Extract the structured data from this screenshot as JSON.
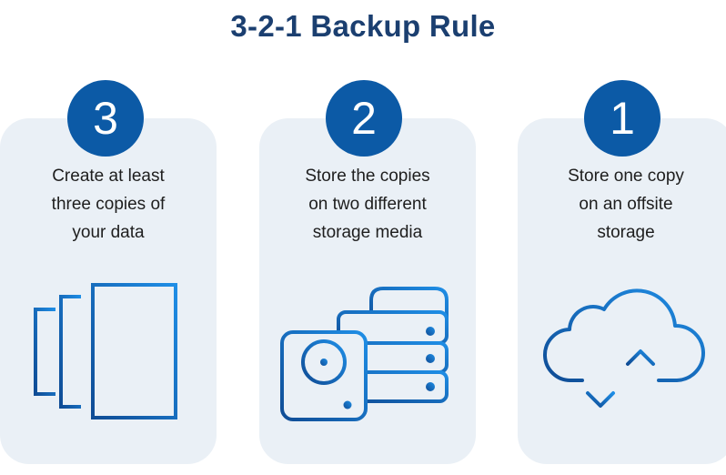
{
  "title": "3-2-1 Backup Rule",
  "colors": {
    "title": "#1b3f70",
    "badge": "#0c5aa6",
    "card_background": "#eaf0f6",
    "icon_stroke": "#1a73c8"
  },
  "steps": [
    {
      "number": "3",
      "lines": [
        "Create at least",
        "three copies of",
        "your data"
      ],
      "icon": "copies-icon"
    },
    {
      "number": "2",
      "lines": [
        "Store the copies",
        "on two different",
        "storage media"
      ],
      "icon": "storage-media-icon"
    },
    {
      "number": "1",
      "lines": [
        "Store one copy",
        "on an offsite",
        "storage"
      ],
      "icon": "cloud-sync-icon"
    }
  ]
}
